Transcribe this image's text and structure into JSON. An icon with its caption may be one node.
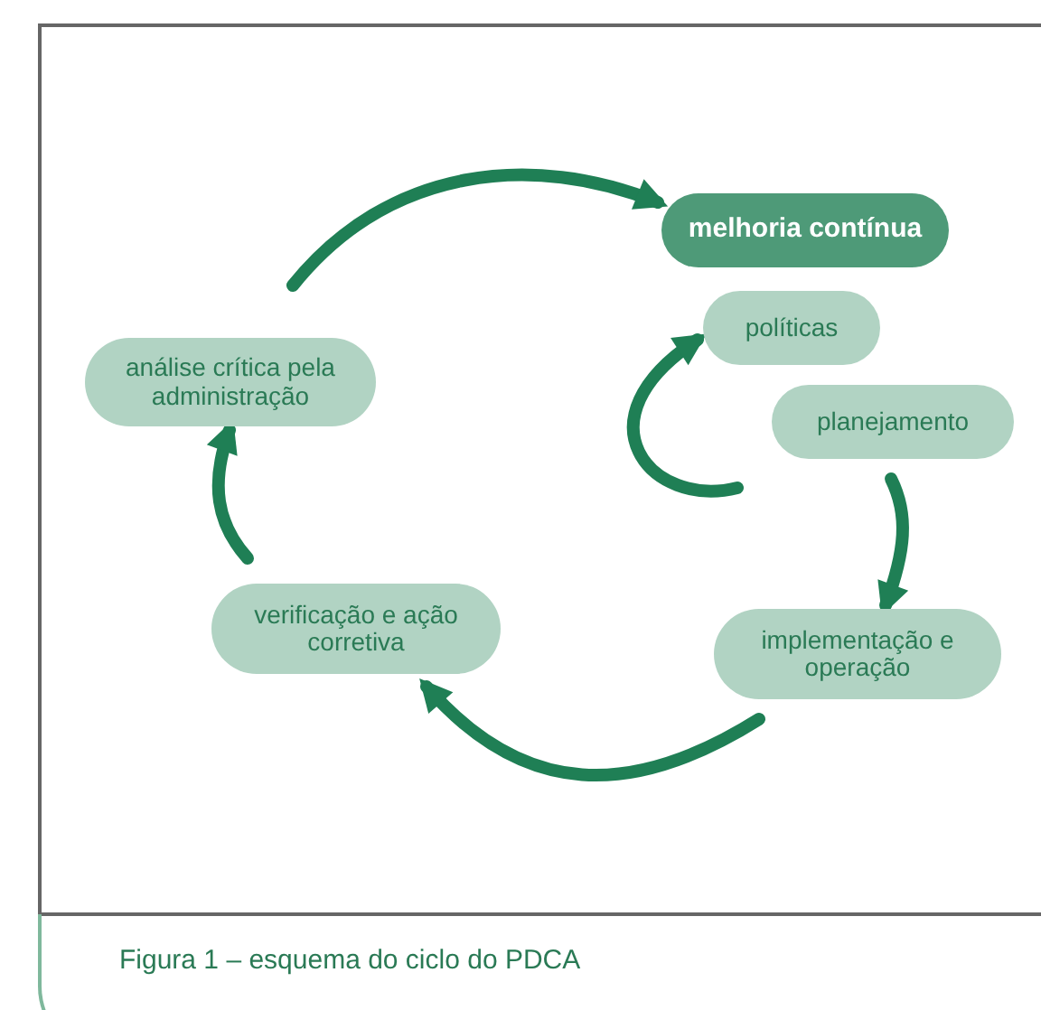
{
  "diagram": {
    "caption": "Figura 1 – esquema do ciclo do PDCA",
    "nodes": [
      {
        "text": [
          "melhoria contínua"
        ]
      },
      {
        "text": [
          "políticas"
        ]
      },
      {
        "text": [
          "planejamento"
        ]
      },
      {
        "text": [
          "implementação e operação"
        ]
      },
      {
        "text": [
          "verificação e ação corretiva"
        ]
      },
      {
        "text": [
          "análise crítica pela administração"
        ]
      }
    ],
    "edges": [
      {
        "from": 5,
        "to": 0,
        "arrow": "to"
      },
      {
        "from": null,
        "to": 1,
        "arrow": "to"
      },
      {
        "from": 2,
        "to": 3,
        "arrow": "to"
      },
      {
        "from": 3,
        "to": 4,
        "arrow": "to"
      },
      {
        "from": 4,
        "to": 5,
        "arrow": "to"
      }
    ]
  }
}
